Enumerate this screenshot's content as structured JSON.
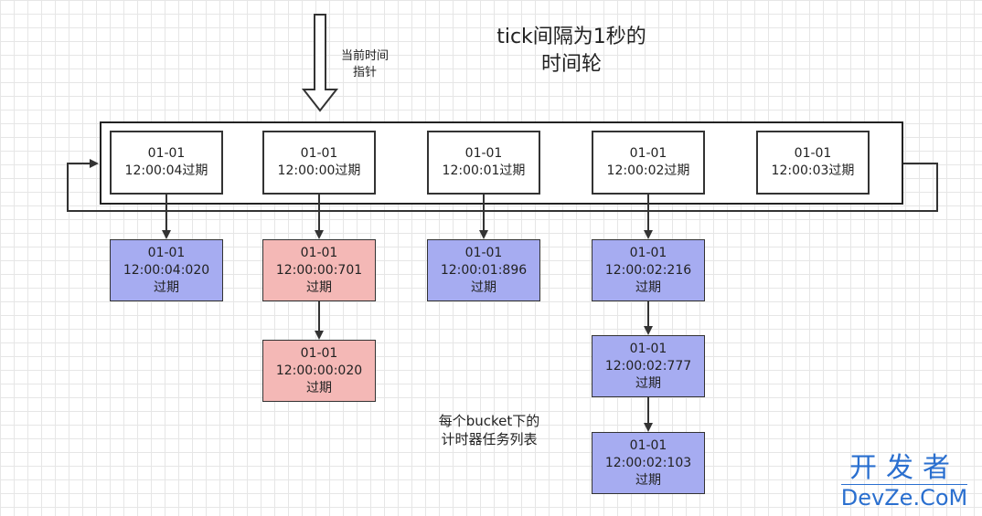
{
  "title": {
    "line1": "tick间隔为1秒的",
    "line2": "时间轮"
  },
  "pointer": {
    "line1": "当前时间",
    "line2": "指针"
  },
  "wheel_slots": [
    {
      "date": "01-01",
      "time": "12:00:04过期"
    },
    {
      "date": "01-01",
      "time": "12:00:00过期"
    },
    {
      "date": "01-01",
      "time": "12:00:01过期"
    },
    {
      "date": "01-01",
      "time": "12:00:02过期"
    },
    {
      "date": "01-01",
      "time": "12:00:03过期"
    }
  ],
  "timers": {
    "slot0_0": {
      "date": "01-01",
      "time": "12:00:04:020",
      "status": "过期"
    },
    "slot1_0": {
      "date": "01-01",
      "time": "12:00:00:701",
      "status": "过期"
    },
    "slot1_1": {
      "date": "01-01",
      "time": "12:00:00:020",
      "status": "过期"
    },
    "slot2_0": {
      "date": "01-01",
      "time": "12:00:01:896",
      "status": "过期"
    },
    "slot3_0": {
      "date": "01-01",
      "time": "12:00:02:216",
      "status": "过期"
    },
    "slot3_1": {
      "date": "01-01",
      "time": "12:00:02:777",
      "status": "过期"
    },
    "slot3_2": {
      "date": "01-01",
      "time": "12:00:02:103",
      "status": "过期"
    }
  },
  "bucket_label": {
    "line1": "每个bucket下的",
    "line2": "计时器任务列表"
  },
  "colors": {
    "blue": "#a6acf1",
    "pink": "#f4b8b6",
    "stroke": "#333333",
    "watermark": "#2a6fcf"
  },
  "watermark": {
    "line1": "开发者",
    "line2": "DevZe.CoM"
  }
}
